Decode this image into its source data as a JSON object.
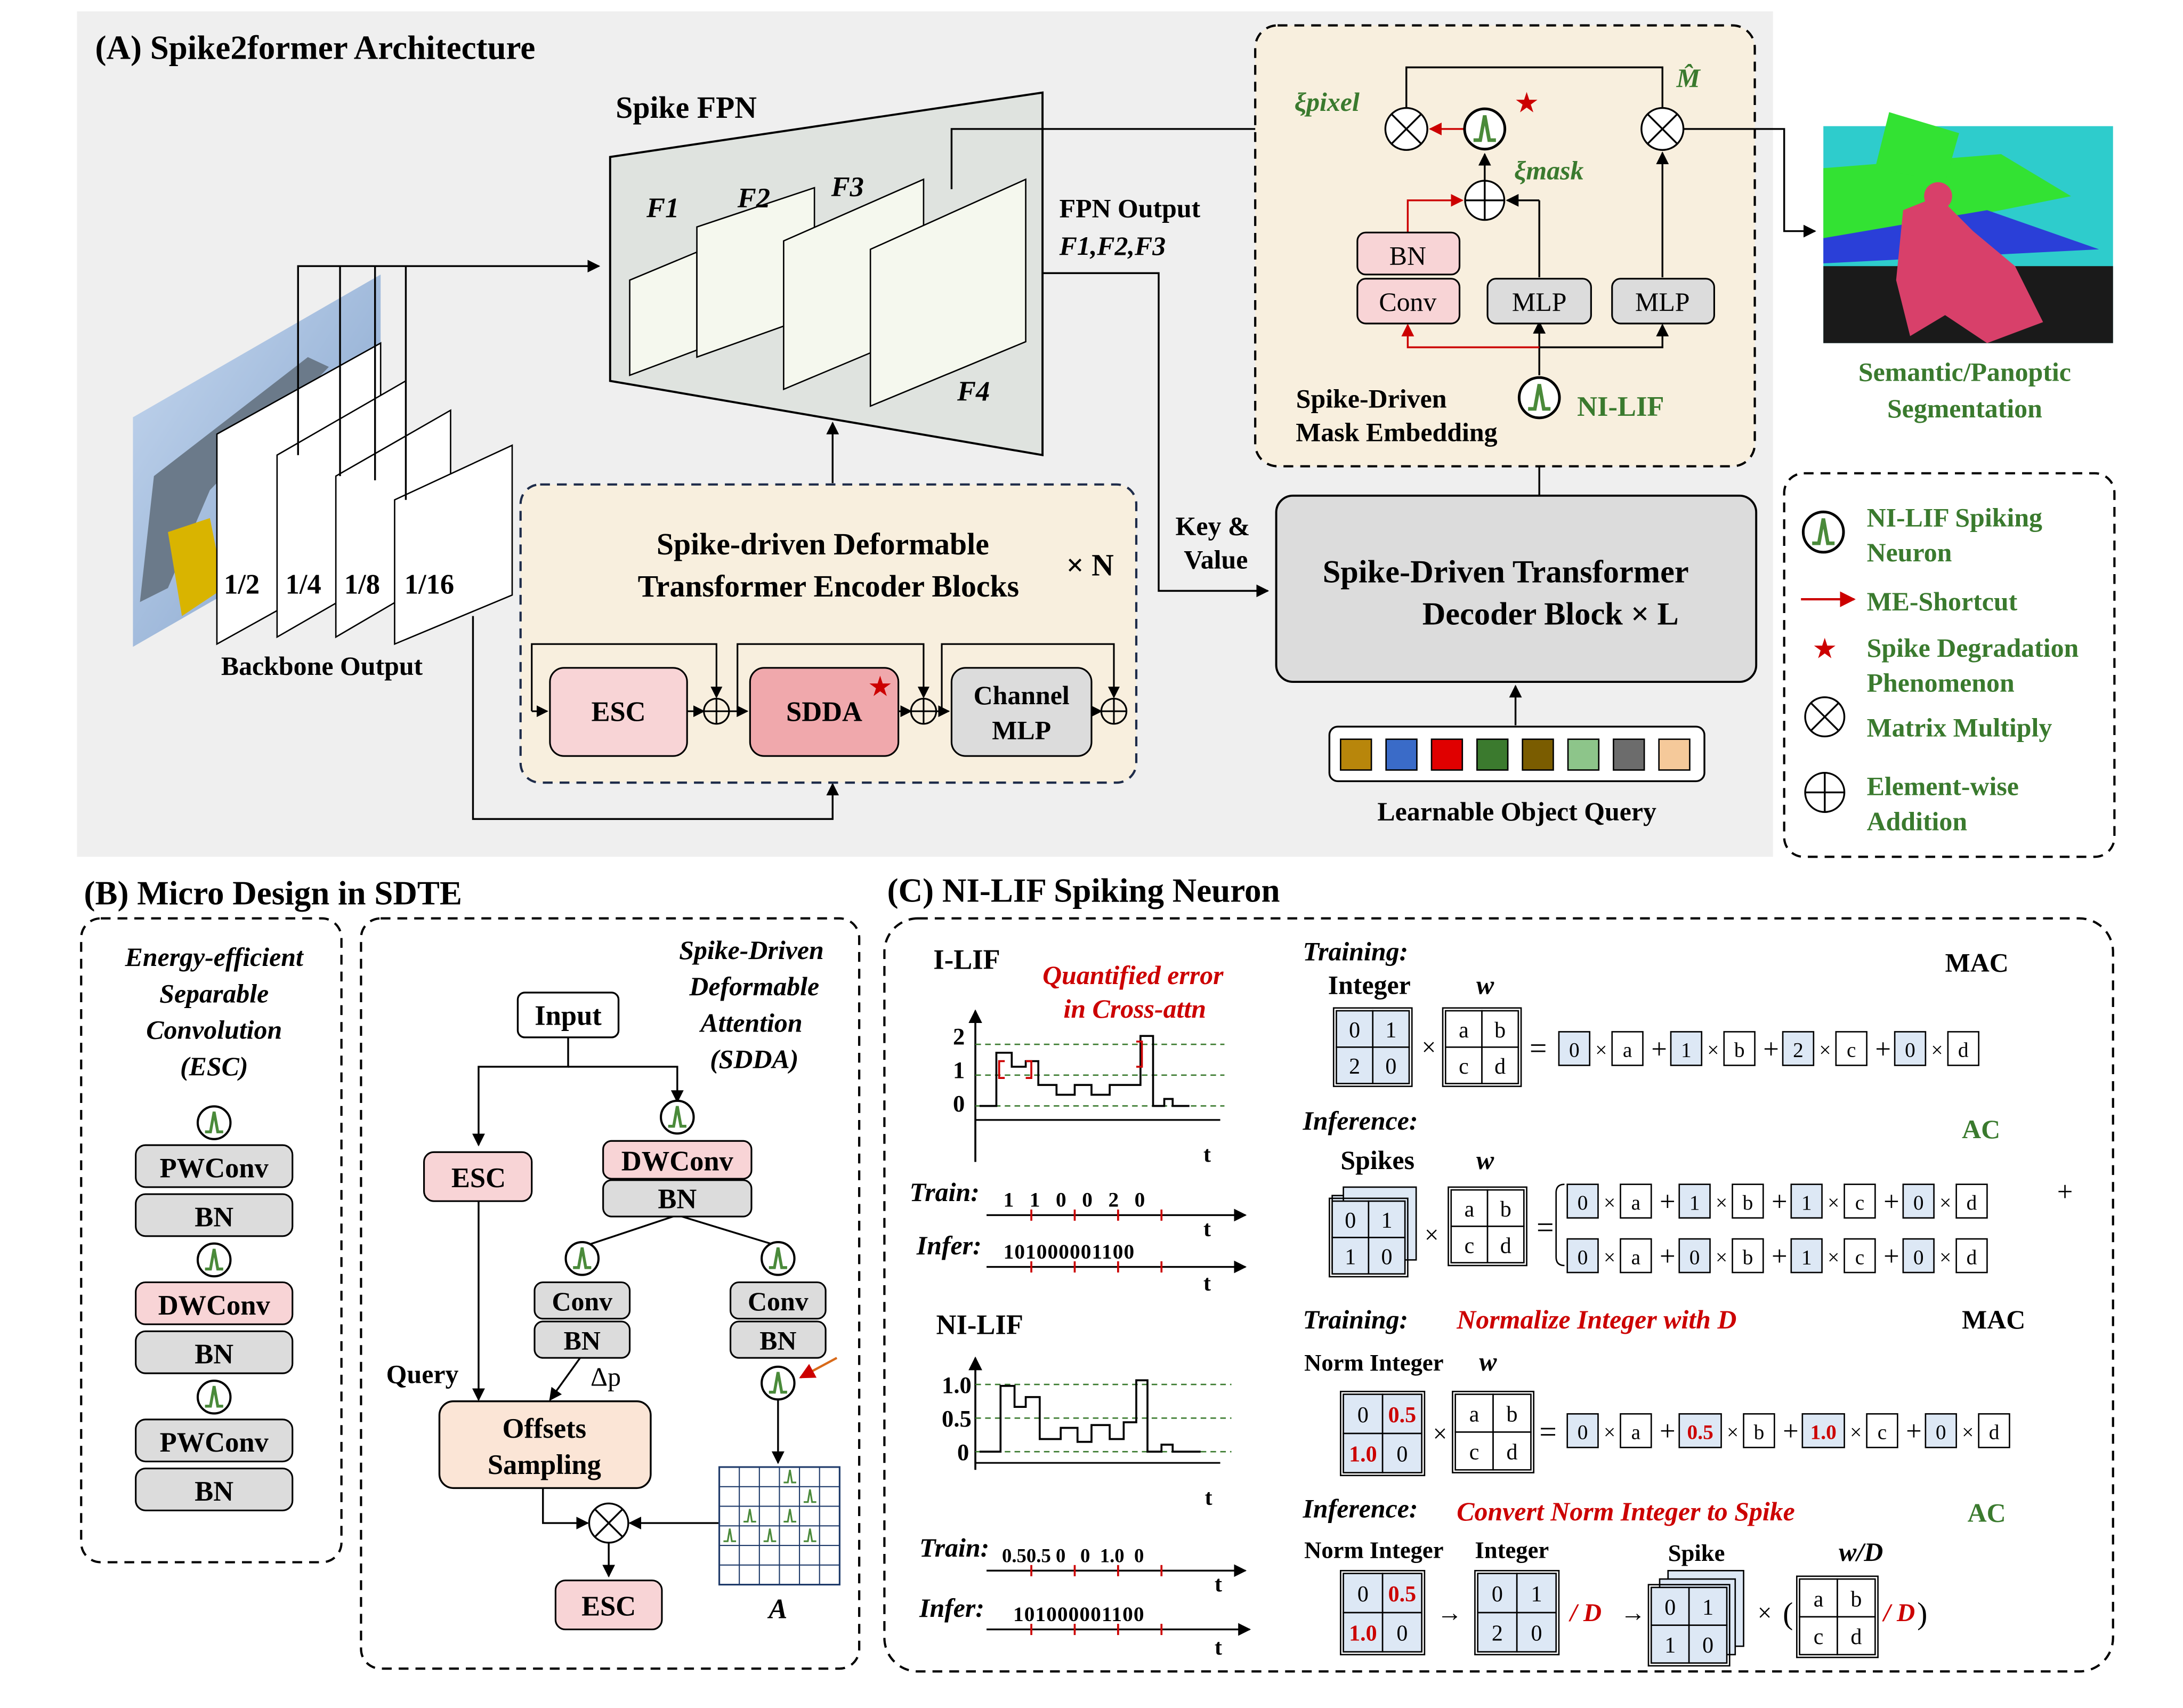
{
  "colors": {
    "panel_bg": "#eeeeee",
    "beige": "#f8f0e0",
    "pink": "#f8d4d6",
    "pink_dark": "#f0a8ac",
    "gray_box": "#dcdcdc",
    "light_box": "#dde8f5",
    "green": "#3a7a2e",
    "red": "#cc0000",
    "dark": "#000000",
    "neuron_green": "#4a8a3a"
  },
  "panel_a": {
    "title": "(A) Spike2former Architecture",
    "backbone_label": "Backbone Output",
    "scales": [
      "1/2",
      "1/4",
      "1/8",
      "1/16"
    ],
    "fpn_title": "Spike FPN",
    "fpn_features": [
      "F1",
      "F2",
      "F3",
      "F4"
    ],
    "fpn_output_l1": "FPN Output",
    "fpn_output_l2": "F1,F2,F3",
    "encoder_l1": "Spike-driven Deformable",
    "encoder_l2": "Transformer Encoder Blocks",
    "encoder_rep": "× N",
    "esc": "ESC",
    "sdda": "SDDA",
    "channel_mlp_l1": "Channel",
    "channel_mlp_l2": "MLP",
    "key_value_l1": "Key &",
    "key_value_l2": "Value",
    "decoder_l1": "Spike-Driven Transformer",
    "decoder_l2": "Decoder Block  × L",
    "query_label": "Learnable Object Query",
    "query_colors": [
      "#b8860b",
      "#3a6bc8",
      "#e00000",
      "#3b7a2e",
      "#7a5c00",
      "#8dc58a",
      "#6c6c6c",
      "#f5c99a"
    ],
    "xi_pixel": "ξpixel",
    "xi_mask": "ξmask",
    "m_hat": "M̂",
    "bn": "BN",
    "conv": "Conv",
    "mlp": "MLP",
    "ni_lif": "NI-LIF",
    "mask_embed_l1": "Spike-Driven",
    "mask_embed_l2": "Mask Embedding",
    "output_l1": "Semantic/Panoptic",
    "output_l2": "Segmentation"
  },
  "legend": {
    "neuron_l1": "NI-LIF Spiking",
    "neuron_l2": "Neuron",
    "shortcut": "ME-Shortcut",
    "degradation_l1": "Spike Degradation",
    "degradation_l2": "Phenomenon",
    "matmul": "Matrix Multiply",
    "add_l1": "Element-wise",
    "add_l2": "Addition"
  },
  "panel_b": {
    "title": "(B) Micro Design in SDTE",
    "esc_l1": "Energy-efficient",
    "esc_l2": "Separable",
    "esc_l3": "Convolution",
    "esc_l4": "(ESC)",
    "stack": [
      "PWConv",
      "BN",
      "DWConv",
      "BN",
      "PWConv",
      "BN"
    ],
    "sdda_l1": "Spike-Driven",
    "sdda_l2": "Deformable",
    "sdda_l3": "Attention",
    "sdda_l4": "(SDDA)",
    "input": "Input",
    "esc": "ESC",
    "dwconv": "DWConv",
    "bn": "BN",
    "conv": "Conv",
    "query": "Query",
    "delta_p": "Δp",
    "offsets_l1": "Offsets",
    "offsets_l2": "Sampling",
    "attn_label": "A"
  },
  "panel_c": {
    "title": "(C) NI-LIF Spiking Neuron",
    "ilif": "I-LIF",
    "ilif_error_l1": "Quantified error",
    "ilif_error_l2": "in Cross-attn",
    "ilif_yticks": [
      "2",
      "1",
      "0"
    ],
    "t": "t",
    "train": "Train:",
    "infer": "Infer:",
    "ilif_train_seq": "1   1   0   0   2   0",
    "ilif_infer_seq": "101000001100",
    "nilif": "NI-LIF",
    "nilif_yticks": [
      "1.0",
      "0.5",
      "0"
    ],
    "nilif_train_seq": "0.50.5 0   0  1.0  0",
    "nilif_infer_seq": "101000001100",
    "training": "Training:",
    "inference": "Inference:",
    "integer": "Integer",
    "w": "w",
    "mac": "MAC",
    "ac": "AC",
    "spikes": "Spikes",
    "normalize_note": "Normalize Integer with D",
    "norm_integer": "Norm Integer",
    "convert_note": "Convert Norm Integer to Spike",
    "spike": "Spike",
    "w_over_d": "w/D",
    "over_d": "/ D",
    "int_matrix": [
      "0",
      "1",
      "2",
      "0"
    ],
    "w_matrix": [
      "a",
      "b",
      "c",
      "d"
    ],
    "spike_matrix": [
      "0",
      "1",
      "1",
      "0"
    ],
    "norm_matrix": [
      "0",
      "0.5",
      "1.0",
      "0"
    ],
    "eq_row1_coef": [
      "0",
      "1",
      "2",
      "0"
    ],
    "eq_row2a_coef": [
      "0",
      "1",
      "1",
      "0"
    ],
    "eq_row2b_coef": [
      "0",
      "0",
      "1",
      "0"
    ],
    "eq_row3_coef": [
      "0",
      "0.5",
      "1.0",
      "0"
    ]
  }
}
